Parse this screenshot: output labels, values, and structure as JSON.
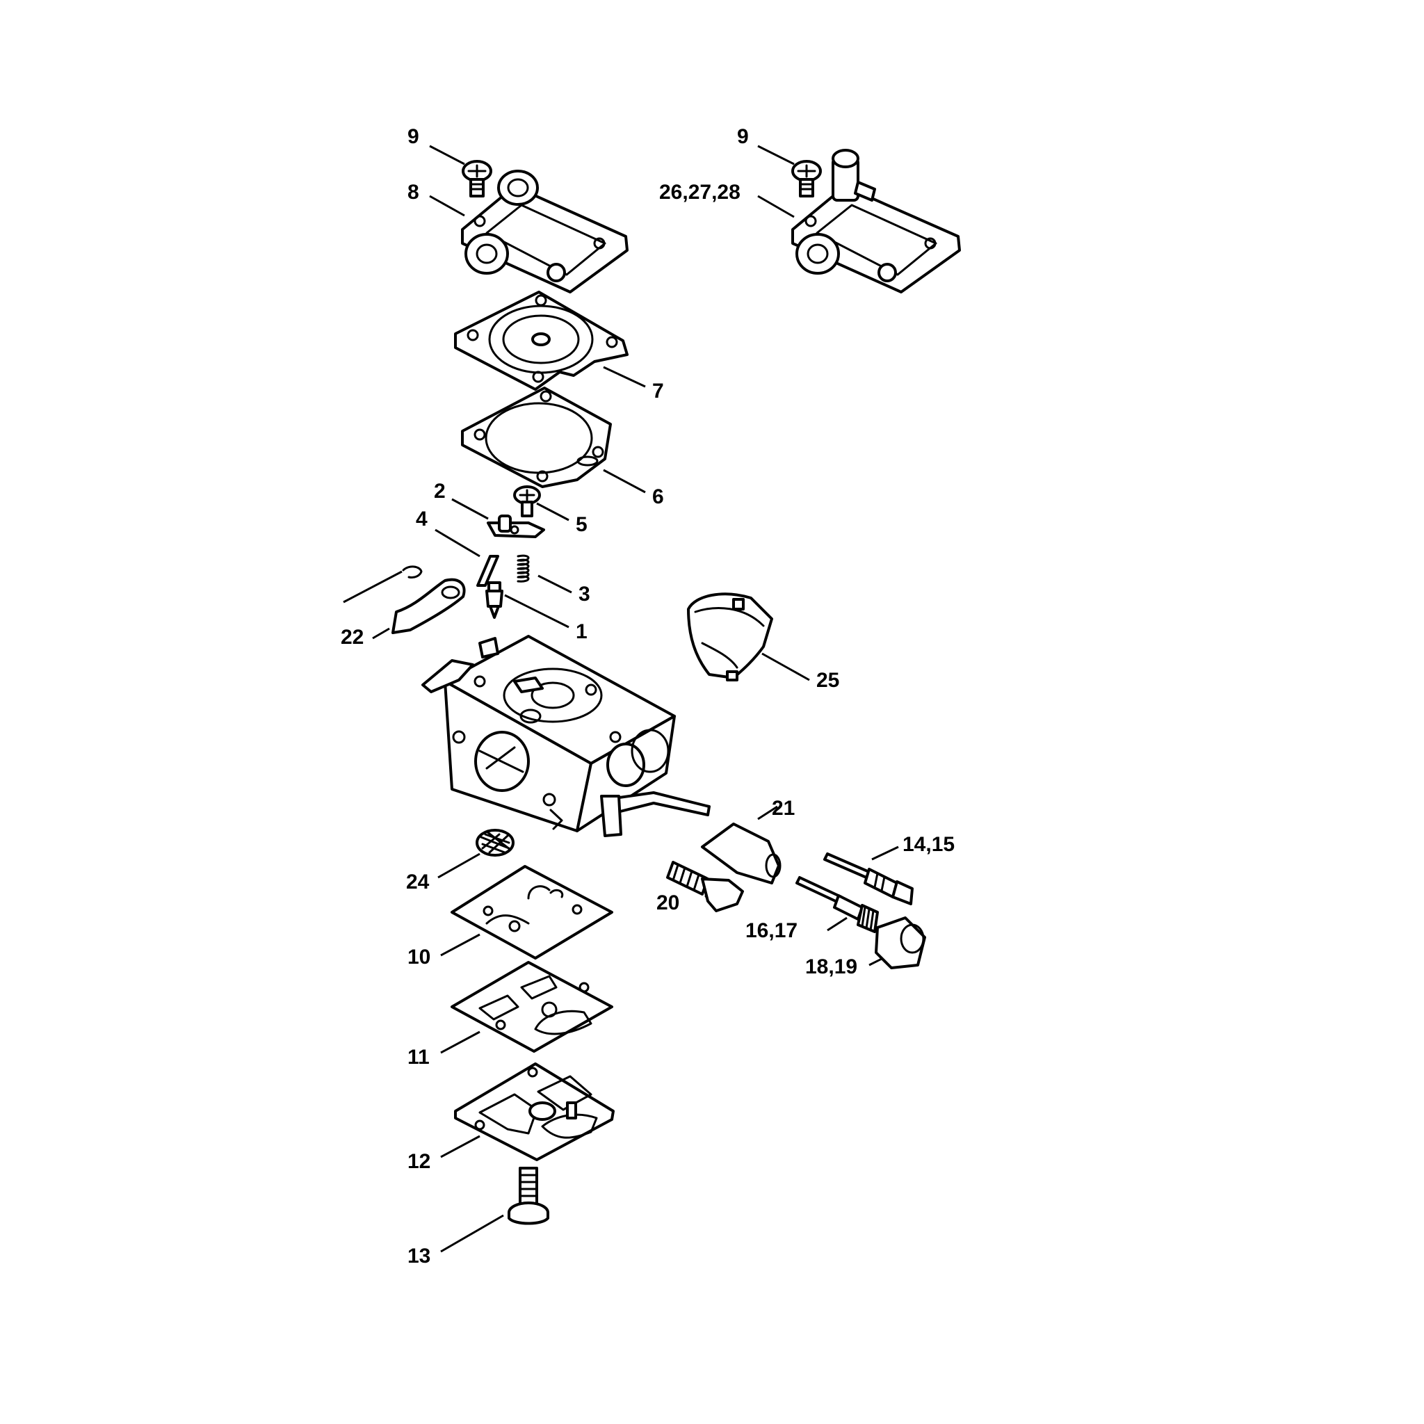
{
  "diagram": {
    "labels": {
      "9a": "9",
      "8": "8",
      "9b": "9",
      "26_27_28": "26,27,28",
      "7": "7",
      "6": "6",
      "2": "2",
      "5": "5",
      "4": "4",
      "3": "3",
      "1": "1",
      "22": "22",
      "25": "25",
      "21": "21",
      "14_15": "14,15",
      "24": "24",
      "20": "20",
      "16_17": "16,17",
      "18_19": "18,19",
      "10": "10",
      "11": "11",
      "12": "12",
      "13": "13"
    }
  }
}
